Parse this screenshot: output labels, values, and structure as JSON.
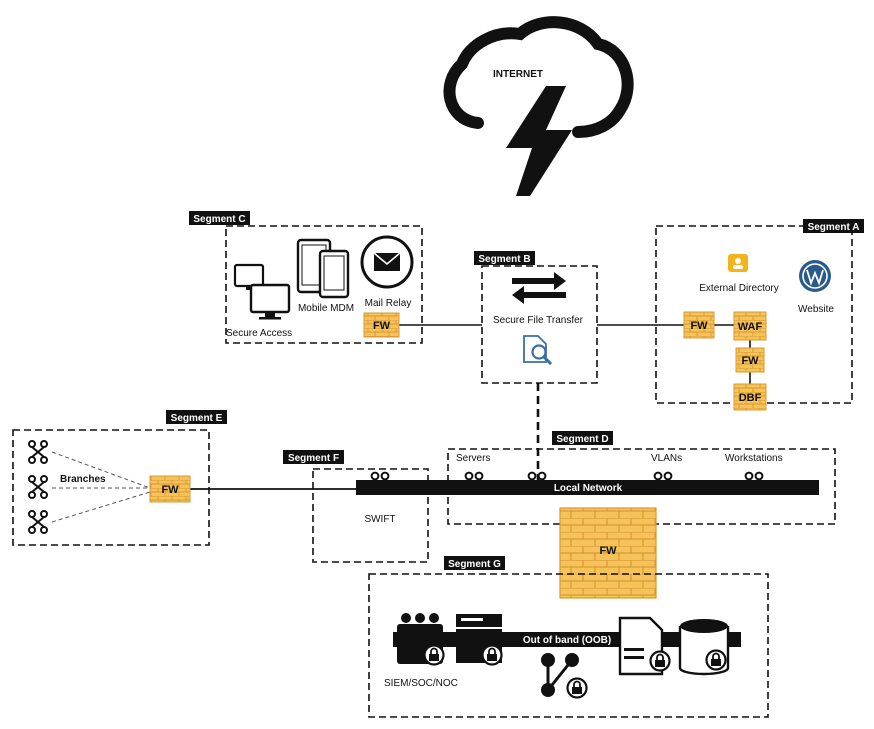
{
  "cloud": {
    "label": "INTERNET"
  },
  "segments": {
    "a": {
      "tag": "Segment A",
      "external_directory": "External Directory",
      "website": "Website",
      "fw": "FW",
      "waf": "WAF",
      "fw2": "FW",
      "dbf": "DBF"
    },
    "b": {
      "tag": "Segment B",
      "label": "Secure File Transfer"
    },
    "c": {
      "tag": "Segment C",
      "mobile": "Mobile MDM",
      "mail": "Mail Relay",
      "secure_access": "Secure Access",
      "fw": "FW"
    },
    "d": {
      "tag": "Segment D",
      "servers": "Servers",
      "vlans": "VLANs",
      "workstations": "Workstations",
      "bus": "Local Network",
      "fw": "FW"
    },
    "e": {
      "tag": "Segment E",
      "branches": "Branches",
      "fw": "FW"
    },
    "f": {
      "tag": "Segment F",
      "swift": "SWIFT"
    },
    "g": {
      "tag": "Segment G",
      "bus": "Out of band (OOB)",
      "siem": "SIEM/SOC/NOC"
    }
  },
  "colors": {
    "firewall": "#f6c25a",
    "firewall_edge": "#d9a03a",
    "line": "#111111",
    "mail_icon": "#1c4f8f",
    "website_icon": "#2a5a8a",
    "directory_icon": "#f5b21b"
  },
  "icons": [
    "cloud-lightning-icon",
    "monitor-icon",
    "tablet-icon",
    "phone-icon",
    "mail-icon",
    "transfer-arrows-icon",
    "file-search-icon",
    "directory-icon",
    "wordpress-icon",
    "network-node-icon",
    "people-lock-icon",
    "server-lock-icon",
    "graph-lock-icon",
    "document-lock-icon",
    "database-lock-icon"
  ]
}
